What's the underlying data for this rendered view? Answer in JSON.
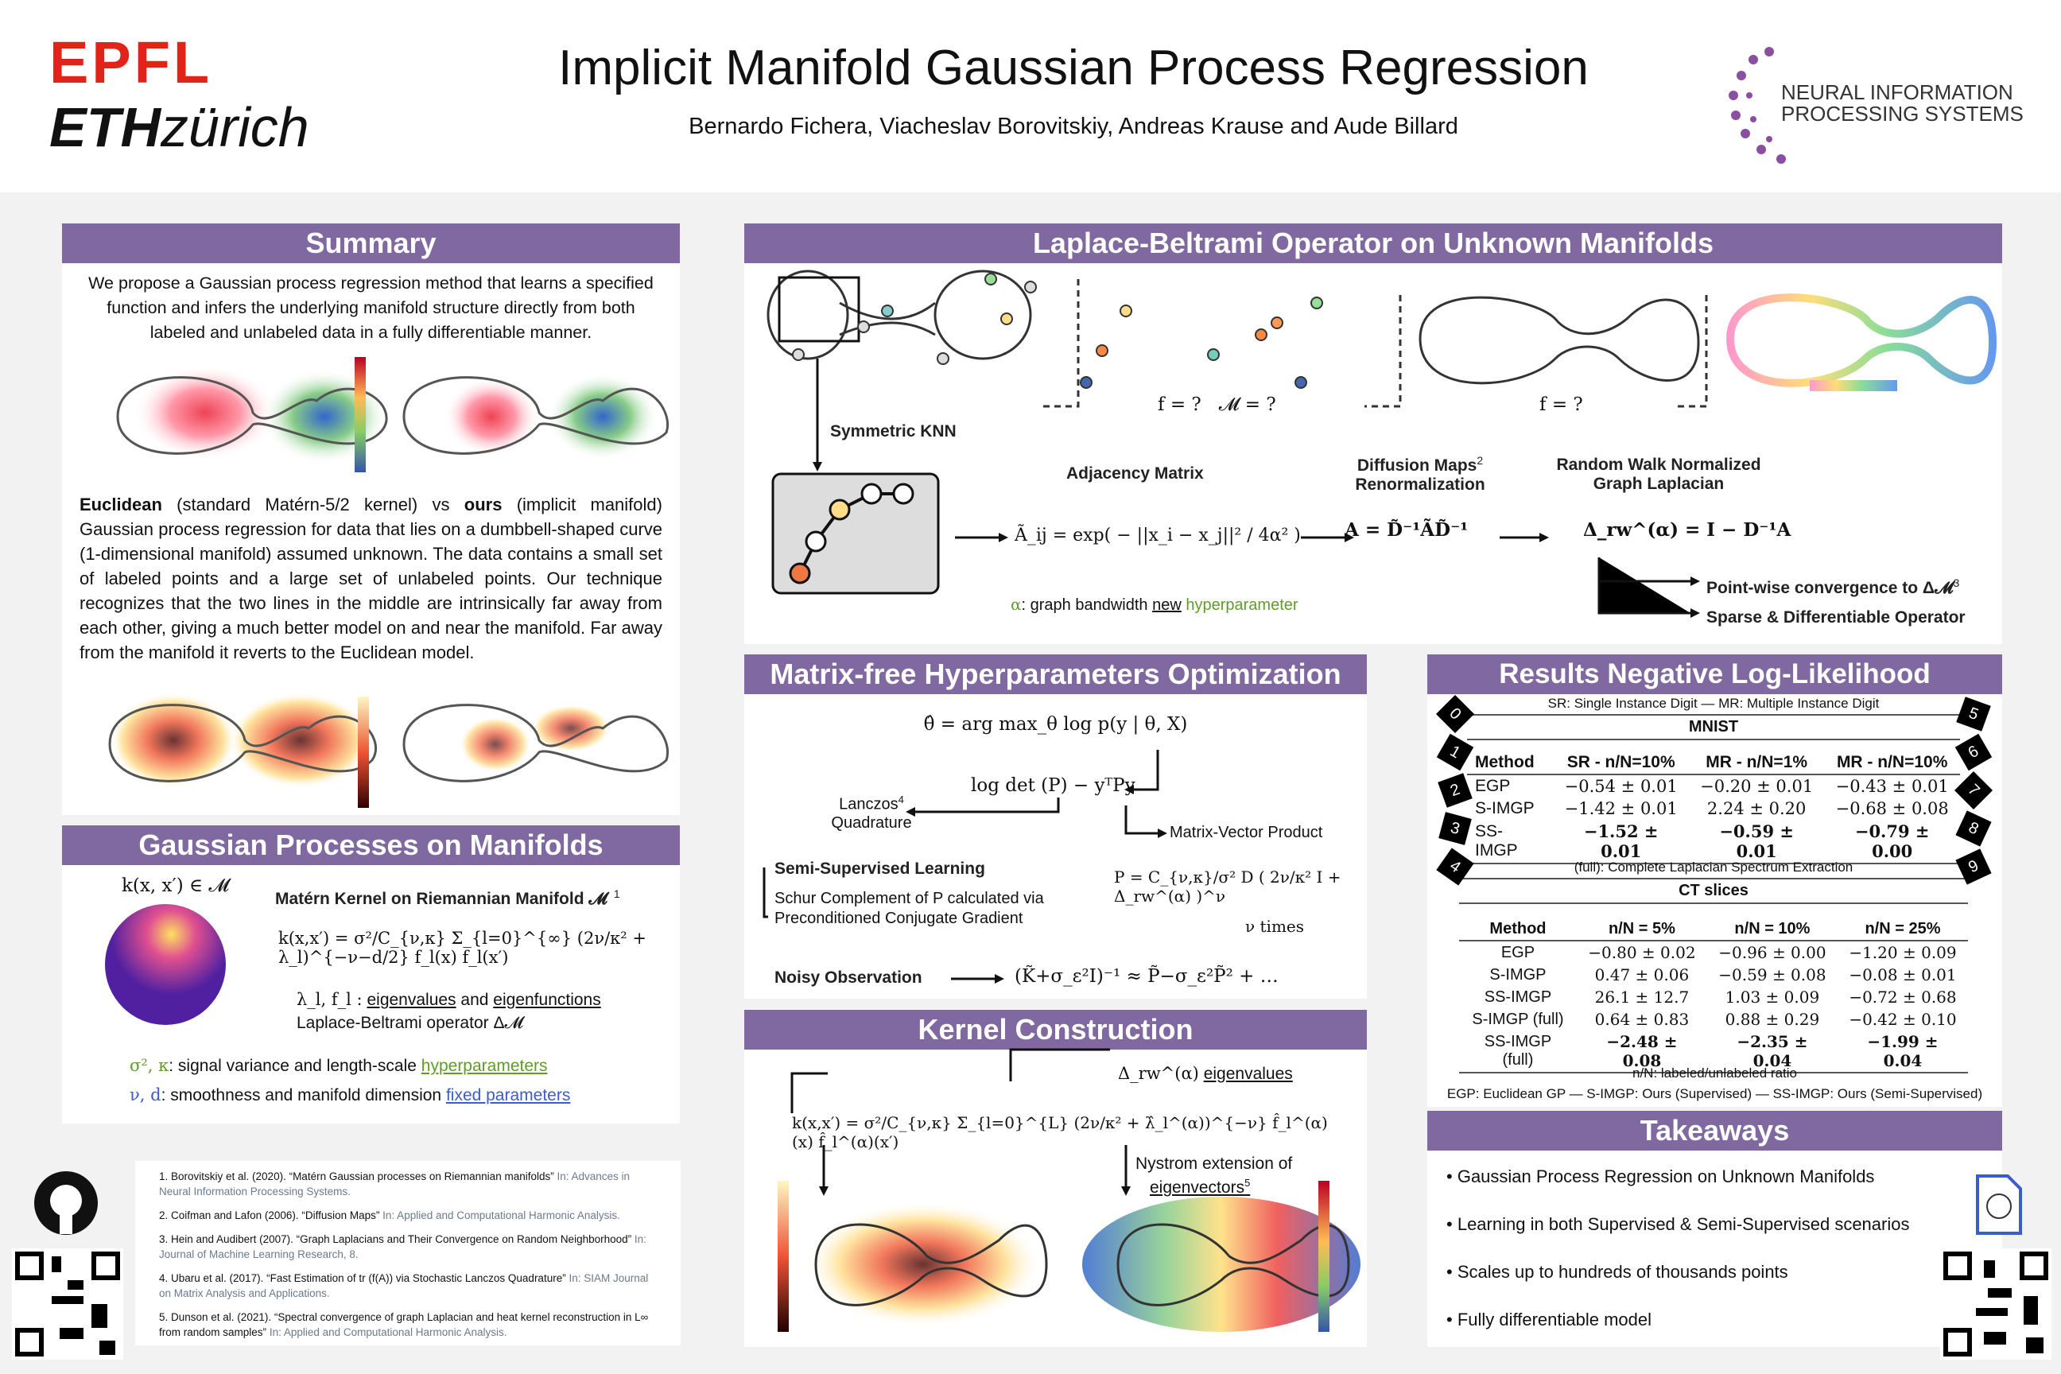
{
  "header": {
    "epfl": "EPFL",
    "eth": "ETH",
    "zurich": "zürich",
    "title": "Implicit Manifold Gaussian Process Regression",
    "authors": "Bernardo Fichera, Viacheslav Borovitskiy, Andreas Krause and Aude Billard",
    "neurips_line1": "NEURAL INFORMATION",
    "neurips_line2": "PROCESSING SYSTEMS"
  },
  "summary": {
    "title": "Summary",
    "intro": "We propose a Gaussian process regression method that learns a specified function and infers the underlying manifold structure directly from both labeled and unlabeled data in a fully differentiable manner.",
    "desc_euclidean": "Euclidean",
    "desc_ours": "ours",
    "desc": "(standard Matérn-5/2 kernel) vs {ours} (implicit manifold) Gaussian process regression for data that lies on a dumbbell-shaped curve (1-dimensional manifold) assumed unknown. The data contains a small set of labeled points and a large set of unlabeled points. Our technique recognizes that the two lines in the middle are intrinsically far away from each other, giving a much better model on and near the manifold. Far away from the manifold it reverts to the Euclidean model.",
    "desc_part1": "(standard Matérn-5/2 kernel) vs",
    "desc_part2": "(implicit manifold) Gaussian process regression for data that lies on a dumbbell-shaped curve (1-dimensional manifold) assumed unknown. The data contains a small set of labeled points and a large set of unlabeled points. Our technique recognizes that the two lines in the middle are intrinsically far away from each other, giving a much better model on and near the manifold. Far away from the manifold it reverts to the Euclidean model."
  },
  "gp": {
    "title": "Gaussian Processes on Manifolds",
    "kernel_in": "k(x, x′) ∈ 𝓜",
    "matern_title": "Matérn Kernel on Riemannian Manifold 𝓜",
    "matern_ref": "1",
    "formula": "k(x,x′) = σ²/C_{ν,κ} Σ_{l=0}^{∞} (2ν/κ² + λ_l)^{−ν−d/2} f_l(x) f_l(x′)",
    "eig_sym": "λ_l, f_l :",
    "eigenvalues": "eigenvalues",
    "and": "and",
    "eigenfunctions": "eigenfunctions",
    "lb": "Laplace-Beltrami operator Δ𝓜",
    "hp_sym": "σ², κ",
    "hp_text": ": signal variance and length-scale",
    "hp_link": "hyperparameters",
    "fp_sym": "ν, d",
    "fp_text": ": smoothness and manifold dimension",
    "fp_link": "fixed parameters"
  },
  "refs": [
    {
      "main": "1. Borovitskiy et al. (2020). “Matérn Gaussian processes on Riemannian manifolds”",
      "src": "In: Advances in Neural Information Processing Systems."
    },
    {
      "main": "2. Coifman and Lafon (2006). “Diffusion Maps”",
      "src": "In: Applied and Computational Harmonic Analysis."
    },
    {
      "main": "3. Hein and Audibert (2007). “Graph Laplacians and Their Convergence on Random Neighborhood”",
      "src": "In: Journal of Machine Learning Research, 8."
    },
    {
      "main": "4. Ubaru et al. (2017). “Fast Estimation of tr (f(A)) via Stochastic Lanczos Quadrature”",
      "src": "In: SIAM Journal on Matrix Analysis and Applications."
    },
    {
      "main": "5. Dunson et al. (2021). “Spectral convergence of graph Laplacian and heat kernel reconstruction in L∞ from random samples”",
      "src": "In: Applied and Computational Harmonic Analysis."
    }
  ],
  "laplace": {
    "title": "Laplace-Beltrami Operator on Unknown Manifolds",
    "f1": "f = ?",
    "m1": "𝓜 = ?",
    "f2": "f = ?",
    "knn": "Symmetric KNN",
    "adj": "Adjacency Matrix",
    "adj_formula": "Ã_ij = exp( − ||x_i − x_j||² / 4α² )",
    "alpha_sym": "α",
    "alpha_text": ": graph bandwidth",
    "alpha_new": "new",
    "alpha_hp": "hyperparameter",
    "diff_title1": "Diffusion Maps",
    "diff_title2": "Renormalization",
    "diff_ref": "2",
    "diff_formula": "A = D̃⁻¹ÃD̃⁻¹",
    "rw_title1": "Random Walk Normalized",
    "rw_title2": "Graph Laplacian",
    "rw_formula": "Δ_rw^(α) = I − D⁻¹A",
    "conv": "Point-wise convergence to Δ𝓜",
    "conv_ref": "3",
    "sparse": "Sparse & Differentiable Operator"
  },
  "matrixfree": {
    "title": "Matrix-free Hyperparameters Optimization",
    "argmax": "θ̂ = arg max_θ log p(y | θ, X)",
    "logdet": "log det (P) − yᵀPy",
    "lanczos1": "Lanczos",
    "lanczos2": "Quadrature",
    "lanczos_ref": "4",
    "mvp": "Matrix-Vector Product",
    "ssl": "Semi-Supervised Learning",
    "schur1": "Schur Complement of P calculated via",
    "schur2": "Preconditioned  Conjugate Gradient",
    "p_formula": "P = C_{ν,κ}/σ² D ( 2ν/κ² I + Δ_rw^(α) )^ν",
    "nu_times": "ν times",
    "noisy": "Noisy Observation",
    "noisy_formula": "(K̃+σ_ε²I)⁻¹ ≈ P̃−σ_ε²P̃² + …"
  },
  "kernel": {
    "title": "Kernel Construction",
    "formula": "k(x,x′) = σ²/C_{ν,κ} Σ_{l=0}^{L} (2ν/κ² + λ̂_l^(α))^{−ν} f̂_l^(α)(x) f̂_l^(α)(x′)",
    "eig_sym": "Δ_rw^(α)",
    "eig_link": "eigenvalues",
    "nystrom": "Nystrom extension of",
    "vec_link": "eigenvectors",
    "vec_ref": "5"
  },
  "results": {
    "title": "Results Negative Log-Likelihood",
    "mnist_caption": "SR: Single Instance Digit — MR: Multiple Instance Digit",
    "mnist_title": "MNIST",
    "mnist_headers": [
      "Method",
      "SR - n/N=10%",
      "MR - n/N=1%",
      "MR - n/N=10%"
    ],
    "mnist_rows": [
      [
        "EGP",
        "−0.54 ± 0.01",
        "−0.20 ± 0.01",
        "−0.43 ± 0.01"
      ],
      [
        "S-IMGP",
        "−1.42 ± 0.01",
        "2.24 ± 0.20",
        "−0.68 ± 0.08"
      ],
      [
        "SS-IMGP",
        "−1.52 ± 0.01",
        "−0.59 ± 0.01",
        "−0.79 ± 0.00"
      ]
    ],
    "full_caption": "(full): Complete Laplacian Spectrum Extraction",
    "ct_title": "CT slices",
    "ct_headers": [
      "Method",
      "n/N = 5%",
      "n/N = 10%",
      "n/N = 25%"
    ],
    "ct_rows": [
      [
        "EGP",
        "−0.80 ± 0.02",
        "−0.96 ± 0.00",
        "−1.20 ± 0.09"
      ],
      [
        "S-IMGP",
        "0.47 ± 0.06",
        "−0.59 ± 0.08",
        "−0.08 ± 0.01"
      ],
      [
        "SS-IMGP",
        "26.1 ± 12.7",
        "1.03 ± 0.09",
        "−0.72 ± 0.68"
      ],
      [
        "S-IMGP (full)",
        "0.64 ± 0.83",
        "0.88 ± 0.29",
        "−0.42 ± 0.10"
      ],
      [
        "SS-IMGP (full)",
        "−2.48 ± 0.08",
        "−2.35 ± 0.04",
        "−1.99 ± 0.04"
      ]
    ],
    "ratio": "n/N: labeled/unlabeled ratio",
    "legend": "EGP: Euclidean GP — S-IMGP: Ours (Supervised) — SS-IMGP: Ours (Semi-Supervised)",
    "digits_left": [
      "0",
      "1",
      "2",
      "3",
      "4"
    ],
    "digits_right": [
      "5",
      "6",
      "7",
      "8",
      "9"
    ]
  },
  "takeaways": {
    "title": "Takeaways",
    "items": [
      "Gaussian Process Regression on Unknown Manifolds",
      "Learning in both Supervised & Semi-Supervised scenarios",
      "Scales up to hundreds of thousands points",
      "Fully differentiable model"
    ]
  },
  "colors": {
    "accent": "#8068a0",
    "epfl": "#e2231a"
  }
}
